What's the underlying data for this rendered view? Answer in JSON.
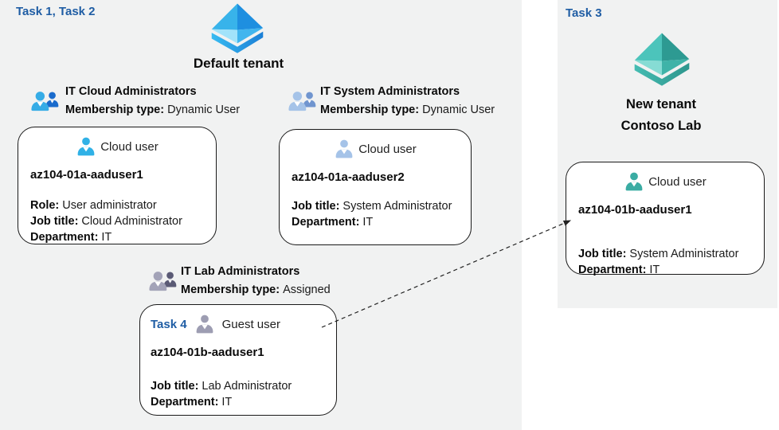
{
  "left_panel": {
    "task_label": "Task 1, Task 2",
    "tenant_name": "Default tenant"
  },
  "right_panel": {
    "task_label": "Task 3",
    "tenant_name_line1": "New tenant",
    "tenant_name_line2": "Contoso Lab"
  },
  "groups": [
    {
      "name": "IT Cloud Administrators",
      "membership_label": "Membership type:",
      "membership_value": "Dynamic User"
    },
    {
      "name": "IT System Administrators",
      "membership_label": "Membership type:",
      "membership_value": "Dynamic User"
    },
    {
      "name": "IT Lab Administrators",
      "membership_label": "Membership type:",
      "membership_value": "Assigned"
    }
  ],
  "user_cards": [
    {
      "type_label": "Cloud user",
      "username": "az104-01a-aaduser1",
      "role_label": "Role:",
      "role": "User administrator",
      "job_label": "Job title:",
      "job_title": "Cloud Administrator",
      "dept_label": "Department:",
      "department": "IT"
    },
    {
      "type_label": "Cloud user",
      "username": "az104-01a-aaduser2",
      "job_label": "Job title:",
      "job_title": "System Administrator",
      "dept_label": "Department:",
      "department": "IT"
    },
    {
      "task_label": "Task 4",
      "type_label": "Guest user",
      "username": "az104-01b-aaduser1",
      "job_label": "Job title:",
      "job_title": "Lab Administrator",
      "dept_label": "Department:",
      "department": "IT"
    },
    {
      "type_label": "Cloud user",
      "username": "az104-01b-aaduser1",
      "job_label": "Job title:",
      "job_title": "System Administrator",
      "dept_label": "Department:",
      "department": "IT"
    }
  ],
  "colors": {
    "taskBlue": "#1f5da4",
    "panelBg": "#f1f2f2",
    "cardBorder": "#1a1a1a",
    "arrow": "#222222",
    "aadBlue1": "#38b3ea",
    "aadBlue2": "#1e8fe0",
    "aadBlue3": "#a2e3fa",
    "aadBlue4": "#41b5ee",
    "aadBlueBandA": "#38bbf1",
    "aadBlueBandB": "#1b7fd6",
    "aadTeal1": "#4cc4bb",
    "aadTeal2": "#2d9a92",
    "aadTeal3": "#86dcd4",
    "aadTeal4": "#3fb3a8",
    "aadTealBandA": "#45bcb2",
    "aadTealBandB": "#2e968d",
    "grp1Front": "#36ace6",
    "grp1Back": "#1a6bcc",
    "grp2Front": "#a5c3e8",
    "grp2Back": "#7095cf",
    "grp3Front": "#a3a3b8",
    "gr3Back_unused": "#000000",
    "grp3Back": "#5a5a75",
    "user1": "#30b1e6",
    "user2": "#a5c3e8",
    "user3": "#9d9db2",
    "user4": "#3aaca3"
  }
}
